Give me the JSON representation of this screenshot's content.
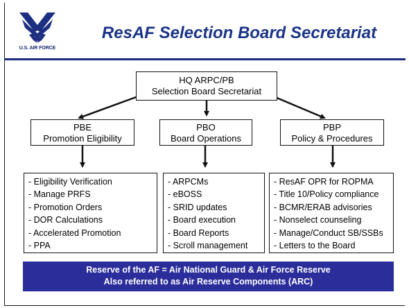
{
  "header": {
    "logo_caption": "U.S. AIR FORCE",
    "title": "ResAF Selection Board Secretariat"
  },
  "org_chart": {
    "root": {
      "line1": "HQ ARPC/PB",
      "line2": "Selection Board Secretariat"
    },
    "divisions": [
      {
        "code": "PBE",
        "name": "Promotion Eligibility"
      },
      {
        "code": "PBO",
        "name": "Board Operations"
      },
      {
        "code": "PBP",
        "name": "Policy & Procedures"
      }
    ],
    "functions": [
      {
        "items": [
          "- Eligibility Verification",
          "- Manage PRFS",
          "- Promotion Orders",
          "- DOR Calculations",
          "- Accelerated Promotion",
          "- PPA"
        ]
      },
      {
        "items": [
          "- ARPCMs",
          "- eBOSS",
          "- SRID updates",
          "- Board execution",
          "- Board Reports",
          "- Scroll management"
        ]
      },
      {
        "items": [
          "- ResAF OPR for ROPMA",
          "- Title 10/Policy compliance",
          "- BCMR/ERAB advisories",
          "- Nonselect counseling",
          "- Manage/Conduct SB/SSBs",
          "- Letters to the Board"
        ]
      }
    ]
  },
  "banner": {
    "line1": "Reserve of the AF = Air National Guard & Air Force Reserve",
    "line2": "Also referred to as Air Reserve Components (ARC)"
  },
  "colors": {
    "title": "#1a3487",
    "banner_bg": "#2b2d9b",
    "rule": "#1b2a78"
  },
  "icons": [
    "air-force-logo-icon"
  ]
}
